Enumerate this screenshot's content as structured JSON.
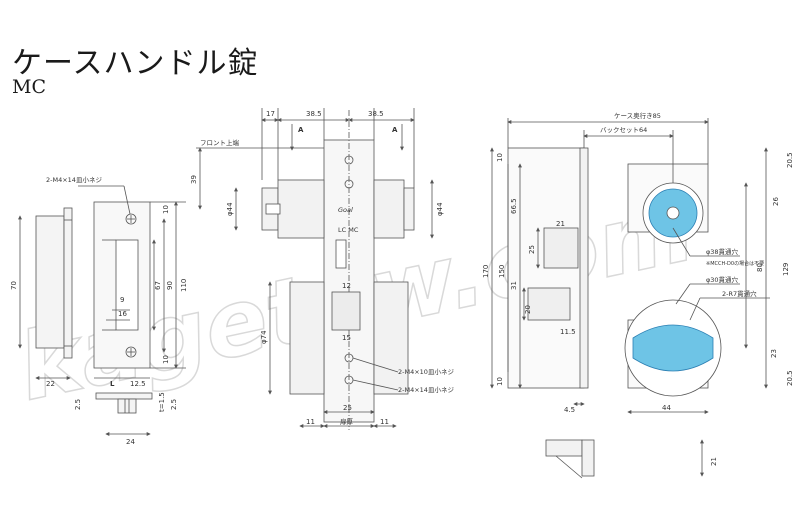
{
  "title": "ケースハンドル錠",
  "subtitle": "MC",
  "watermark": "kagetow.com",
  "colors": {
    "line": "#555555",
    "blue": "#5bb6dc",
    "blue_dark": "#2b7fb3",
    "plate": "#f6f6f6"
  },
  "left_view": {
    "screw_label": "2-M4×14皿小ネジ",
    "dims": {
      "d10a": "10",
      "d10b": "10",
      "d67": "67",
      "d90": "90",
      "d110": "110",
      "d70": "70",
      "d9": "9",
      "d16": "16",
      "d22": "22",
      "dL": "L",
      "d12_5": "12.5",
      "d2_5a": "2.5",
      "dt1_5": "t=1.5",
      "d2_5b": "2.5",
      "d24": "24"
    }
  },
  "middle_view": {
    "front_label": "フロント上端",
    "screw_label_1": "2-M4×10皿小ネジ",
    "screw_label_2": "2-M4×14皿小ネジ",
    "door_label": "扉厚",
    "section_a1": "A",
    "section_a2": "A",
    "brand": "Goal",
    "stamp": "LC MC",
    "dims": {
      "d17": "17",
      "d38_5a": "38.5",
      "d38_5b": "38.5",
      "d39": "39",
      "phi44a": "φ44",
      "phi44b": "φ44",
      "phi74": "φ74",
      "d12": "12",
      "d15": "15",
      "d25": "25",
      "d11a": "11",
      "d11b": "11"
    }
  },
  "right_view": {
    "case_depth": "ケース奥行き85",
    "backset": "バックセット64",
    "hole_38": "φ38貫通穴",
    "hole_38_note": "※MCCH-D0の場合は不要",
    "hole_30": "φ30貫通穴",
    "hole_r7": "2-R7貫通穴",
    "dims": {
      "d10a": "10",
      "d66_5": "66.5",
      "d21a": "21",
      "d25": "25",
      "d31": "31",
      "d170": "170",
      "d150": "150",
      "d20": "20",
      "d11_5": "11.5",
      "d10b": "10",
      "d4_5": "4.5",
      "d44": "44",
      "d20_5a": "20.5",
      "d26": "26",
      "d80": "80",
      "d129": "129",
      "d23": "23",
      "d20_5b": "20.5",
      "d21b": "21"
    }
  }
}
